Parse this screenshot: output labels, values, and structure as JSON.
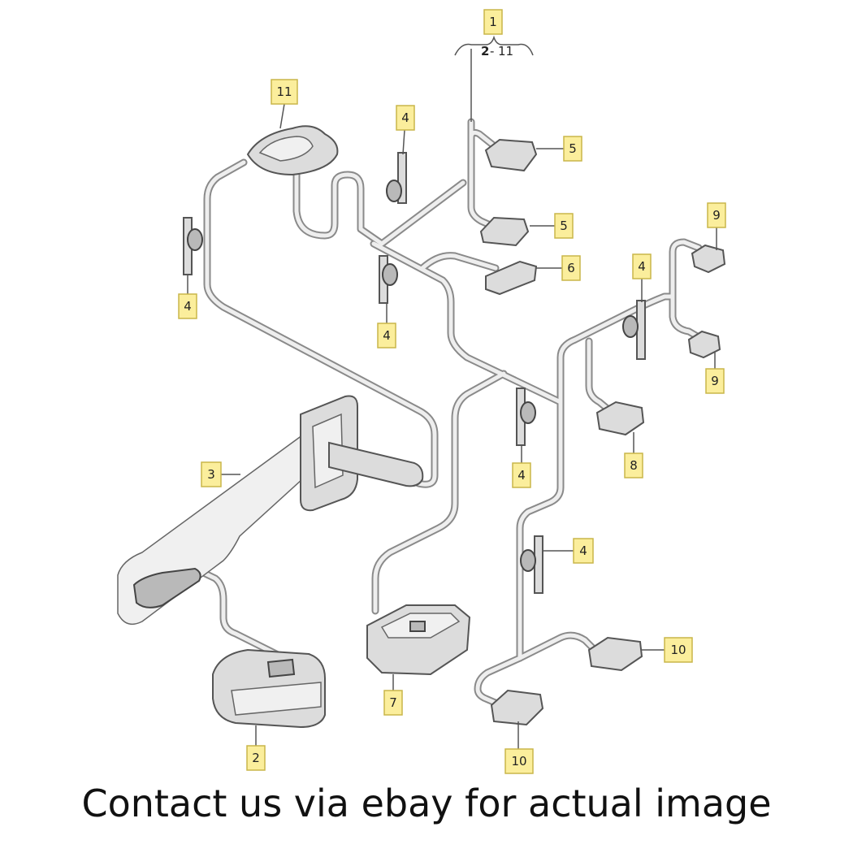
{
  "diagram": {
    "group_label": {
      "main": "1",
      "range_start": "2",
      "range_end": "11"
    },
    "callouts": [
      {
        "id": "c11",
        "label": "11"
      },
      {
        "id": "c4a",
        "label": "4"
      },
      {
        "id": "c5a",
        "label": "5"
      },
      {
        "id": "c5b",
        "label": "5"
      },
      {
        "id": "c6",
        "label": "6"
      },
      {
        "id": "c4b",
        "label": "4"
      },
      {
        "id": "c4c",
        "label": "4"
      },
      {
        "id": "c9a",
        "label": "9"
      },
      {
        "id": "c4d",
        "label": "4"
      },
      {
        "id": "c9b",
        "label": "9"
      },
      {
        "id": "c8",
        "label": "8"
      },
      {
        "id": "c3",
        "label": "3"
      },
      {
        "id": "c4e",
        "label": "4"
      },
      {
        "id": "c4f",
        "label": "4"
      },
      {
        "id": "c7",
        "label": "7"
      },
      {
        "id": "c10a",
        "label": "10"
      },
      {
        "id": "c10b",
        "label": "10"
      },
      {
        "id": "c2",
        "label": "2"
      }
    ]
  },
  "footer": {
    "text": "Contact us via ebay for actual image"
  }
}
